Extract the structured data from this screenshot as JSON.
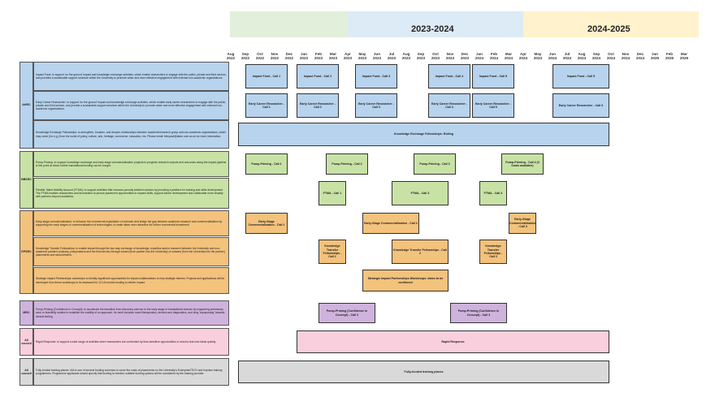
{
  "colors": {
    "ahrc": "#b7d3ed",
    "bbsrc": "#c8e2a6",
    "epsrc": "#f3c27c",
    "mrc": "#cfb3dd",
    "rapid": "#f9cfdd",
    "training": "#d9d9d9",
    "year1": "#e2efda",
    "year2": "#ddebf7",
    "year3": "#fff2cc"
  },
  "years": {
    "y2023": "2023-2024",
    "y2024": "2024-2025"
  },
  "months": [
    {
      "m": "Aug",
      "y": "2022"
    },
    {
      "m": "Sep",
      "y": "2022"
    },
    {
      "m": "Oct",
      "y": "2022"
    },
    {
      "m": "Nov",
      "y": "2022"
    },
    {
      "m": "Dec",
      "y": "2022"
    },
    {
      "m": "Jan",
      "y": "2023"
    },
    {
      "m": "Feb",
      "y": "2023"
    },
    {
      "m": "Mar",
      "y": "2023"
    },
    {
      "m": "Apr",
      "y": "2023"
    },
    {
      "m": "May",
      "y": "2023"
    },
    {
      "m": "Jun",
      "y": "2023"
    },
    {
      "m": "Jul",
      "y": "2023"
    },
    {
      "m": "Aug",
      "y": "2023"
    },
    {
      "m": "Sep",
      "y": "2023"
    },
    {
      "m": "Oct",
      "y": "2023"
    },
    {
      "m": "Nov",
      "y": "2023"
    },
    {
      "m": "Dec",
      "y": "2023"
    },
    {
      "m": "Jan",
      "y": "2024"
    },
    {
      "m": "Feb",
      "y": "2024"
    },
    {
      "m": "Mar",
      "y": "2024"
    },
    {
      "m": "Apr",
      "y": "2024"
    },
    {
      "m": "May",
      "y": "2024"
    },
    {
      "m": "Jun",
      "y": "2024"
    },
    {
      "m": "Jul",
      "y": "2024"
    },
    {
      "m": "Aug",
      "y": "2024"
    },
    {
      "m": "Sep",
      "y": "2024"
    },
    {
      "m": "Oct",
      "y": "2024"
    },
    {
      "m": "Nov",
      "y": "2024"
    },
    {
      "m": "Dec",
      "y": "2024"
    },
    {
      "m": "Jan",
      "y": "2025"
    },
    {
      "m": "Feb",
      "y": "2025"
    },
    {
      "m": "Mar",
      "y": "2025"
    }
  ],
  "groups": [
    {
      "label": "AHRC",
      "color": "ahrc",
      "rows": [
        0,
        2
      ]
    },
    {
      "label": "BBSRC",
      "color": "bbsrc",
      "rows": [
        3,
        4
      ]
    },
    {
      "label": "EPSRC",
      "color": "epsrc",
      "rows": [
        5,
        7
      ]
    },
    {
      "label": "MRC",
      "color": "mrc",
      "rows": [
        8,
        8
      ]
    },
    {
      "label": "All council",
      "color": "rapid",
      "rows": [
        9,
        9
      ]
    },
    {
      "label": "All council",
      "color": "training",
      "rows": [
        10,
        10
      ]
    }
  ],
  "rows": [
    {
      "color": "ahrc",
      "desc": "Impact Fund: to support 'on the ground' impact and knowledge exchange activities, which enable researchers to engage with the public, private and third sectors, and provides a sustainable support structure within the University to promote wider and more effective engagement with external non-academic organisations.",
      "bars": [
        {
          "s": 1,
          "e": 4,
          "t": "Impact Fund - Call 1"
        },
        {
          "s": 4.5,
          "e": 7.5,
          "t": "Impact Fund - Call 2"
        },
        {
          "s": 8.5,
          "e": 11.5,
          "t": "Impact Fund - Call 3"
        },
        {
          "s": 13.5,
          "e": 16.5,
          "t": "Impact Fund - Call 4"
        },
        {
          "s": 16.5,
          "e": 19.5,
          "t": "Impact Fund - Call 5"
        },
        {
          "s": 22,
          "e": 26,
          "t": "Impact Fund - Call 5"
        }
      ]
    },
    {
      "color": "ahrc",
      "desc": "Early Career Researcher: to support 'on the ground' impact and knowledge exchange activities, which enable early career researchers to engage with the public, private and third sectors, and provide a sustainable support structure within the University to promote wider and more effective engagement with external non-academic organisations.",
      "bars": [
        {
          "s": 1,
          "e": 4,
          "t": "Early Career Researcher - Call 1"
        },
        {
          "s": 4.5,
          "e": 7.5,
          "t": "Early Career Researcher - Call 2"
        },
        {
          "s": 8.5,
          "e": 11.5,
          "t": "Early Career Researcher - Call 3"
        },
        {
          "s": 13.5,
          "e": 16.5,
          "t": "Early Career Researcher - Call 4"
        },
        {
          "s": 16.5,
          "e": 19.5,
          "t": "Early Career Researcher - Call 5"
        },
        {
          "s": 22,
          "e": 26,
          "t": "Early Career Researcher - Call 6"
        }
      ]
    },
    {
      "color": "ahrc",
      "desc": "Knowledge Exchange Fellowships: to strengthen, broaden, and deepen relationships between academic/research group and non-academic organisations, which may come (for e.g.) from the world of policy, culture, arts, heritage, commerce, education, etc. Please email: blimpact@abdn.com.ac.uk for more information.",
      "bars": [
        {
          "s": 0.5,
          "e": 26,
          "t": "Knowledge Exchange Fellowships: Rolling"
        }
      ]
    },
    {
      "color": "bbsrc",
      "desc": "Pump-Priming: to support knowledge exchange and early stage commercialisation projects to progress research outputs and outcomes along the impact pipeline to the point at which further translational funding can be sought.",
      "bars": [
        {
          "s": 1,
          "e": 4,
          "t": "Pump-Priming - Call 1"
        },
        {
          "s": 6.5,
          "e": 9.5,
          "t": "Pump-Priming - Call 2"
        },
        {
          "s": 12.5,
          "e": 15.5,
          "t": "Pump-Priming - Call 3"
        },
        {
          "s": 18.5,
          "e": 21.5,
          "t": "Pump-Priming - Call 4 (3 funds available)"
        }
      ]
    },
    {
      "color": "bbsrc",
      "desc": "Flexible Talent Mobility Account (FTMA): to support activities that increase porosity between sectors by providing a platform for training and skills development. The FTMA enables researchers and technicians to pursue placement opportunities to expand skills, support career development and collaborate more broadly with partners beyond academia.",
      "bars": [
        {
          "s": 6,
          "e": 8,
          "t": "FTMA - Call 1"
        },
        {
          "s": 11,
          "e": 15,
          "t": "FTMA - Call 3"
        },
        {
          "s": 17,
          "e": 19,
          "t": "FTMA - Call 3"
        }
      ]
    },
    {
      "color": "epsrc",
      "desc": "Early-stage commercialisation: to enhance the commercial exploitation of research and bridge the gap between academic research and commercialisation by supporting the early stages of commercialisation of technologies, to make ideas more attractive for further commercial investment.",
      "bars": [
        {
          "s": 1,
          "e": 4,
          "t": "Early-Stage Commercialisation - Call 1"
        },
        {
          "s": 9,
          "e": 13,
          "t": "Early-Stage Commercialisation - Call 2"
        },
        {
          "s": 19,
          "e": 21,
          "t": "Early-Stage Commercialisation - Call 3"
        }
      ]
    },
    {
      "color": "epsrc",
      "desc": "Knowledge Transfer Fellowships: to enable impact through the two way exchange of knowledge, expertise and/or research between the University and non-academic partners (industry, policymakers and the third sector) through inward (from partner into the University) or outward (from the University into the partner) placements and secondments.",
      "bars": [
        {
          "s": 6,
          "e": 8,
          "t": "Knowledge Transfer Fellowships - Call 1"
        },
        {
          "s": 11,
          "e": 15,
          "t": "Knowledge Transfer Fellowships - Call 2"
        },
        {
          "s": 17,
          "e": 19,
          "t": "Knowledge Transfer Fellowships - Call 3"
        }
      ]
    },
    {
      "color": "epsrc",
      "desc": "Strategic Impact Partnerships: workshops to identify significant opportunities for impact collaborations on key strategic themes. Projects and applications will be developed from these workshops to be assessed for 12-18 months funding to deliver impact.",
      "bars": [
        {
          "s": 9,
          "e": 15,
          "t": "Strategic Impact Partnerships Workshops: dates to be confirmed"
        }
      ]
    },
    {
      "color": "mrc",
      "desc": "Pump-Priming (Confidence in Concept): to accelerate the transition from discovery science to the early stage of translational science by supporting preliminary work or feasibility studies to establish the viability of an approach. Its remit includes novel therapeutics, devices and diagnostics, and drug 'repurposing' towards clinical testing.",
      "bars": [
        {
          "s": 6,
          "e": 10,
          "t": "Pump-Priming (Confidence in Concept) - Call 2"
        },
        {
          "s": 15,
          "e": 19,
          "t": "Pump-Priming (Confidence in Concept) - Call 3"
        }
      ]
    },
    {
      "color": "rapid",
      "desc": "Rapid Response: to support a wide range of activities when researchers are confronted by time-sensitive opportunities or need to test new ideas quickly.",
      "bars": [
        {
          "s": 4.5,
          "e": 26,
          "t": "Rapid Response"
        }
      ]
    },
    {
      "color": "training",
      "desc": "Fully-funded training places: IAA is one of several funding schemes to cover the costs of placements on the University's EnterpriseTECH and Impulse training programmes. Programme applicants should specify that funding is needed; suitable funding options will be considered by the training provider.",
      "bars": [
        {
          "s": 0.5,
          "e": 26,
          "t": "Fully-funded training places"
        }
      ]
    }
  ]
}
